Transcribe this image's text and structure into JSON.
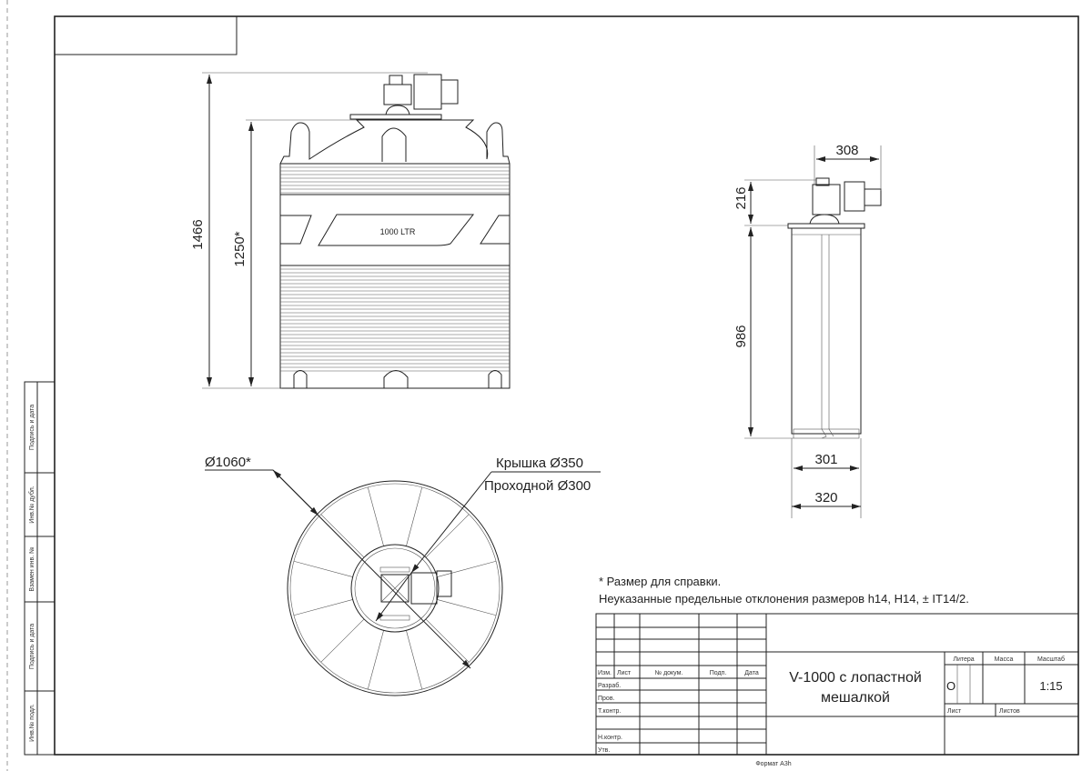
{
  "side_strip": {
    "labels": [
      "Подпись и дата",
      "Инв.№ дубл.",
      "Взамен инв. №",
      "Подпись и дата",
      "Инв.№ подл."
    ]
  },
  "front_view": {
    "tank_label": "1000 LTR",
    "dim_overall_height": "1466",
    "dim_tank_height": "1250*"
  },
  "side_view": {
    "dim_motor_width": "308",
    "dim_motor_height": "216",
    "dim_shaft_length": "986",
    "dim_inner_width": "301",
    "dim_outer_width": "320"
  },
  "plan_view": {
    "dim_diameter": "Ø1060*",
    "lid_label": "Крышка Ø350",
    "passage_label": "Проходной Ø300"
  },
  "notes": {
    "line1": "* Размер для справки.",
    "line2": "Неуказанные предельные отклонения размеров h14, H14, ± IT14/2."
  },
  "title_block": {
    "col_headers": [
      "Изм.",
      "Лист",
      "№ докум.",
      "Подп.",
      "Дата"
    ],
    "row_labels": [
      "Разраб.",
      "Пров.",
      "Т.контр.",
      "",
      "Н.контр.",
      "Утв."
    ],
    "title_line1": "V-1000 с лопастной",
    "title_line2": "мешалкой",
    "litera_header": "Литера",
    "mass_header": "Масса",
    "scale_header": "Масштаб",
    "litera_value": "О",
    "scale_value": "1:15",
    "sheet_label": "Лист",
    "sheets_label": "Листов"
  },
  "format_label": "Формат А3h"
}
